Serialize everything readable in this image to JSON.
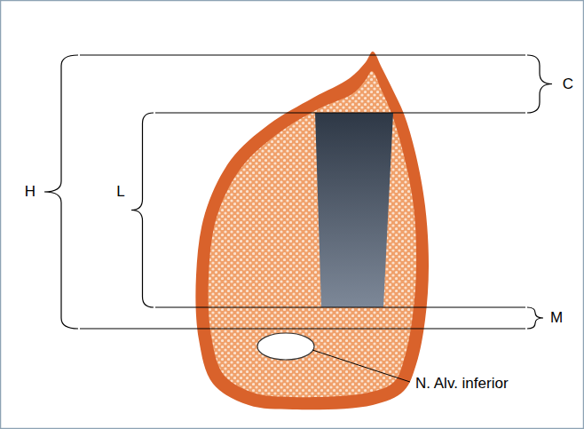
{
  "diagram": {
    "labels": [
      "C",
      "H",
      "L",
      "M",
      "N. Alv. inferior"
    ]
  }
}
